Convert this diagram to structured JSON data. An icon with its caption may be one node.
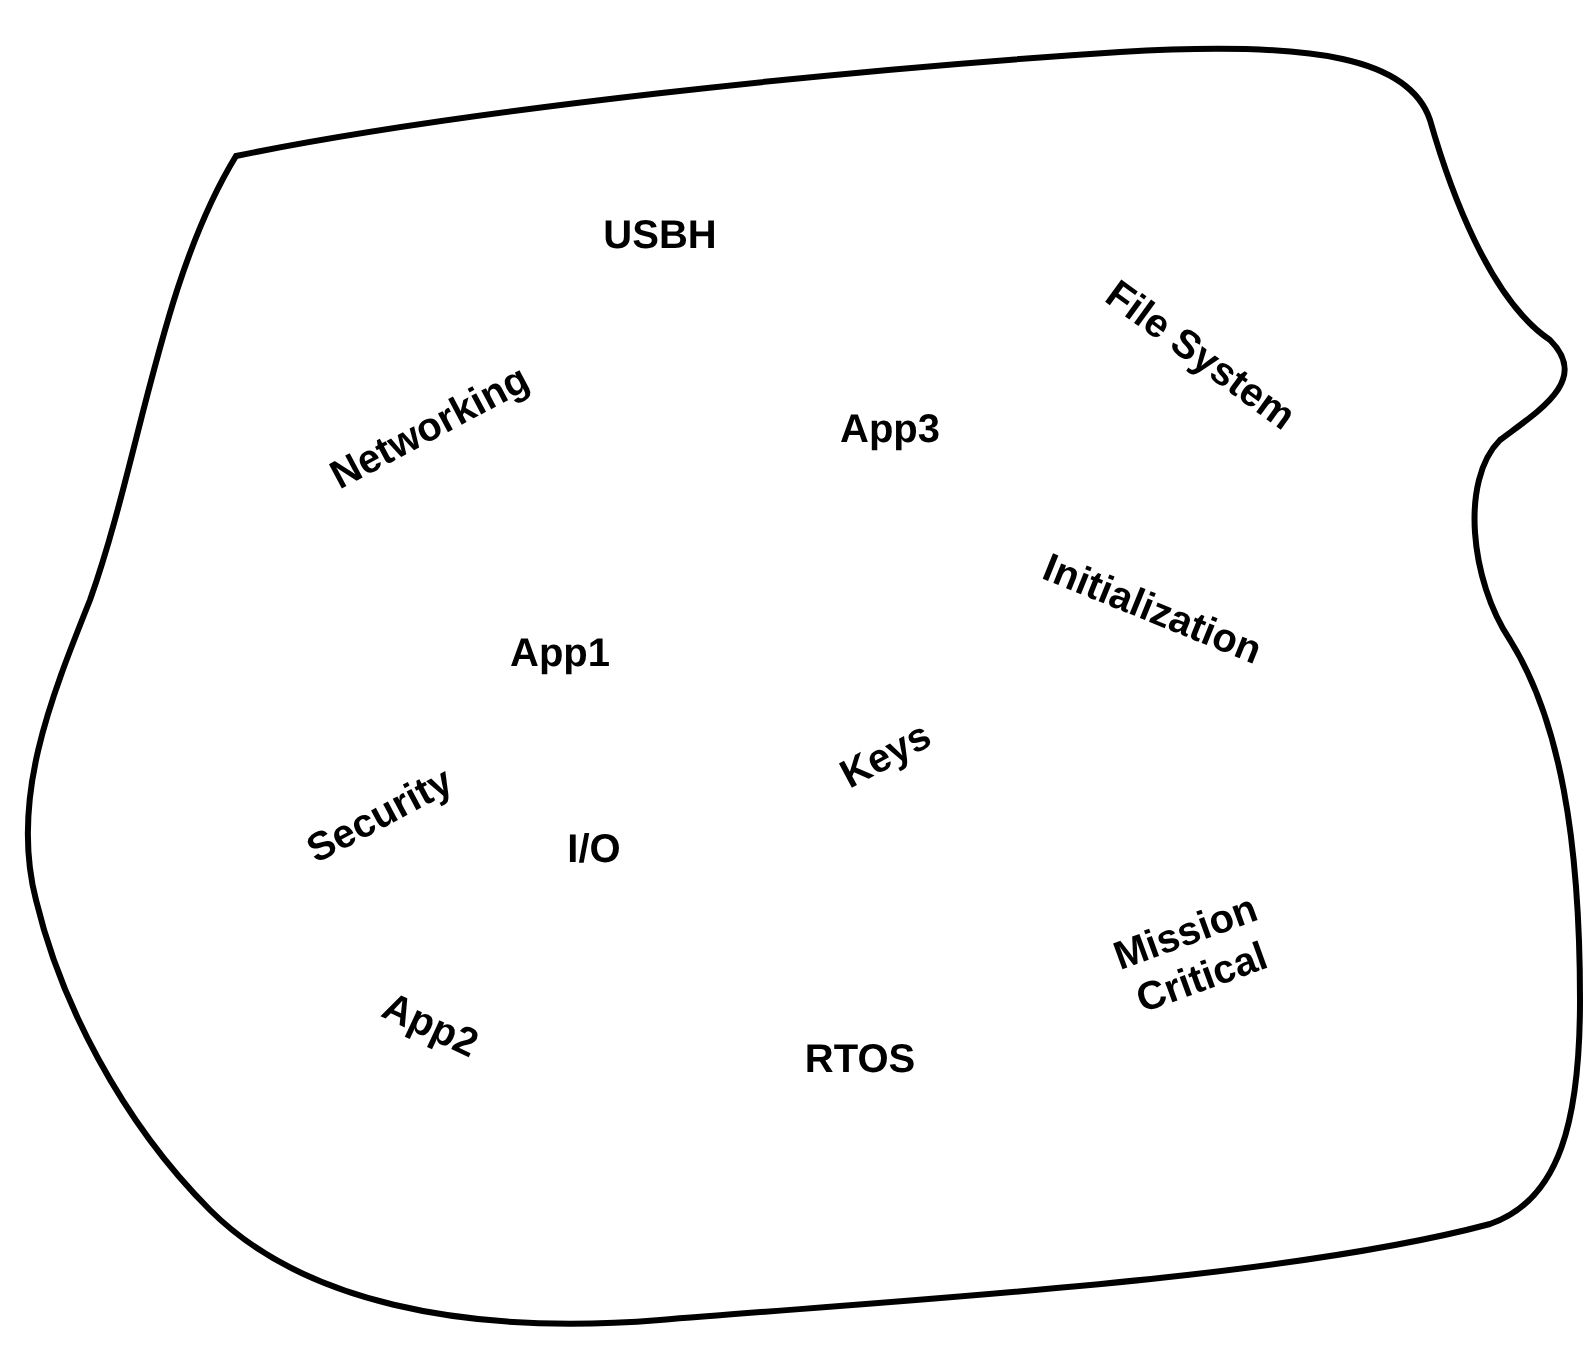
{
  "diagram": {
    "nodes": [
      {
        "text": [
          "USBH",
          "File System",
          "Networking",
          "App3",
          "Initialization",
          "App1",
          "Keys",
          "Security",
          "I/O",
          "Mission Critical",
          "App2",
          "RTOS"
        ]
      }
    ]
  }
}
